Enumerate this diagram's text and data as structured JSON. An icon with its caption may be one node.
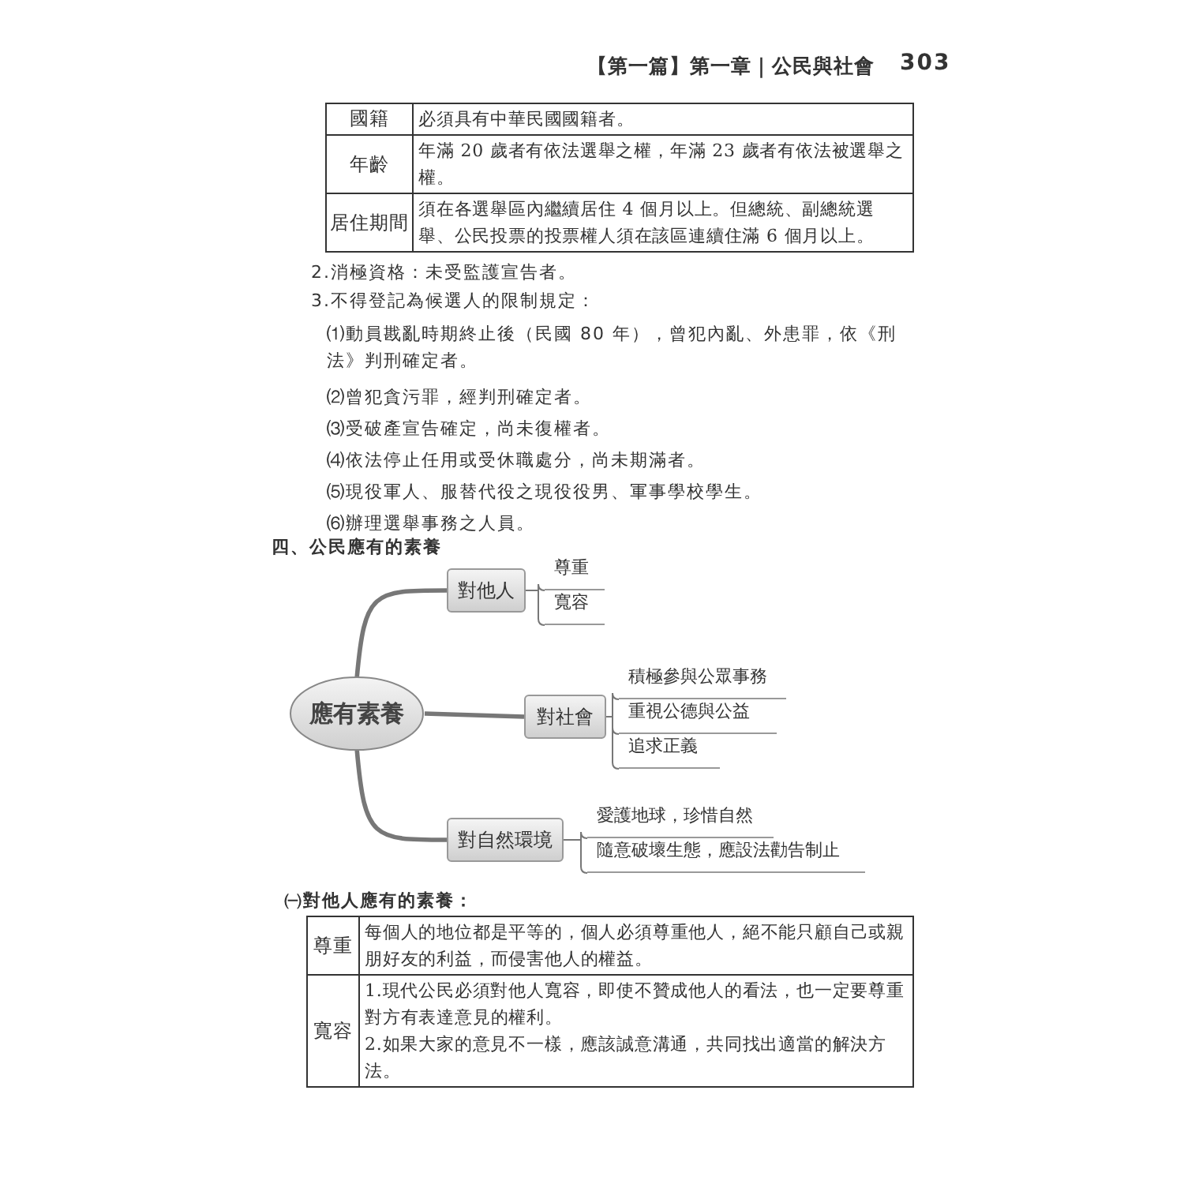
{
  "diagram": {
    "title": "四、公民應有的素養",
    "nodes": [
      {
        "text": [
          "應有素養"
        ]
      },
      {
        "text": [
          "對他人"
        ]
      },
      {
        "text": [
          "尊重"
        ]
      },
      {
        "text": [
          "寬容"
        ]
      },
      {
        "text": [
          "對社會"
        ]
      },
      {
        "text": [
          "積極參與公眾事務"
        ]
      },
      {
        "text": [
          "重視公德與公益"
        ]
      },
      {
        "text": [
          "追求正義"
        ]
      },
      {
        "text": [
          "對自然環境"
        ]
      },
      {
        "text": [
          "愛護地球，珍惜自然"
        ]
      },
      {
        "text": [
          "隨意破壞生態，應設法勸告制止"
        ]
      }
    ],
    "edges": [
      {
        "from": 0,
        "to": 1,
        "arrow": "none",
        "style": "thick"
      },
      {
        "from": 1,
        "to": 2,
        "arrow": "none"
      },
      {
        "from": 1,
        "to": 3,
        "arrow": "none"
      },
      {
        "from": 0,
        "to": 4,
        "arrow": "none",
        "style": "thick"
      },
      {
        "from": 4,
        "to": 5,
        "arrow": "none"
      },
      {
        "from": 4,
        "to": 6,
        "arrow": "none"
      },
      {
        "from": 4,
        "to": 7,
        "arrow": "none"
      },
      {
        "from": 0,
        "to": 8,
        "arrow": "none",
        "style": "thick"
      },
      {
        "from": 8,
        "to": 9,
        "arrow": "none"
      },
      {
        "from": 8,
        "to": 10,
        "arrow": "none"
      }
    ],
    "labels": [
      "【第一篇】第一章｜公民與社會",
      "303",
      "國籍",
      "必須具有中華民國國籍者。",
      "年齡",
      "年滿 20 歲者有依法選舉之權，年滿 23 歲者有依法被選舉之權。",
      "居住期間",
      "須在各選舉區內繼續居住 4 個月以上。但總統、副總統選舉、公民投票的投票權人須在該區連續住滿 6 個月以上。",
      "2.消極資格：未受監護宣告者。",
      "3.不得登記為候選人的限制規定：",
      "⑴動員戡亂時期終止後（民國 80 年），曾犯內亂、外患罪，依《刑法》判刑確定者。",
      "⑵曾犯貪污罪，經判刑確定者。",
      "⑶受破產宣告確定，尚未復權者。",
      "⑷依法停止任用或受休職處分，尚未期滿者。",
      "⑸現役軍人、服替代役之現役役男、軍事學校學生。",
      "⑹辦理選舉事務之人員。",
      "㈠對他人應有的素養：",
      "尊重",
      "每個人的地位都是平等的，個人必須尊重他人，絕不能只顧自己或親朋好友的利益，而侵害他人的權益。",
      "寬容",
      "1.現代公民必須對他人寬容，即使不贊成他人的看法，也一定要尊重對方有表達意見的權利。",
      "2.如果大家的意見不一樣，應該誠意溝通，共同找出適當的解決方法。"
    ]
  }
}
